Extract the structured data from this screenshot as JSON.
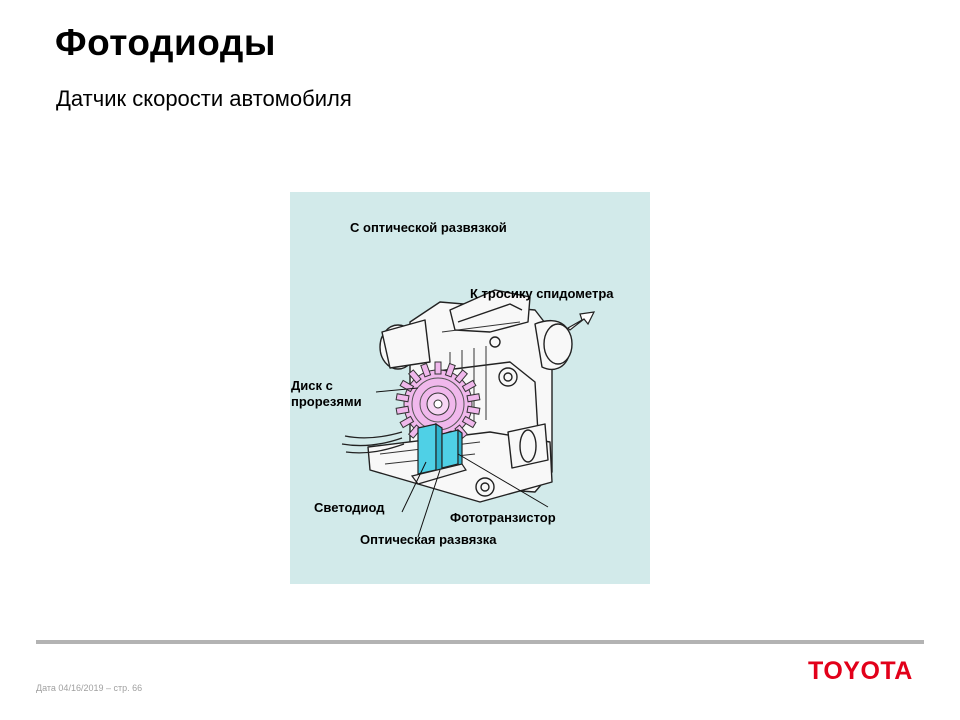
{
  "slide": {
    "title": "Фотодиоды",
    "subtitle": "Датчик скорости автомобиля"
  },
  "figure": {
    "heading": "С оптической развязкой",
    "labels": {
      "cable": "К тросику спидометра",
      "disk_line1": "Диск с",
      "disk_line2": "прорезями",
      "led": "Светодиод",
      "phototransistor": "Фототранзистор",
      "optocoupler": "Оптическая развязка"
    },
    "colors": {
      "background": "#d2eaea",
      "disk": "#f0b8ec",
      "optocoupler": "#4fd0e6"
    }
  },
  "footer": {
    "text": "Дата 04/16/2019 – стр.  66"
  },
  "logo": {
    "text": "TOYOTA",
    "color": "#e2001a"
  }
}
